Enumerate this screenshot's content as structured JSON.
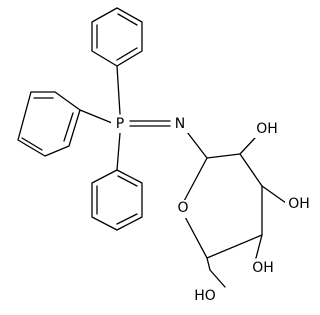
{
  "diagram": {
    "atoms": {
      "phosphorus": "P",
      "imine_nitrogen": "N",
      "ring_oxygen": "O",
      "hydroxyl_c2": "OH",
      "hydroxyl_c3": "OH",
      "hydroxyl_c4": "OH",
      "hydroxymethyl": "HO"
    }
  }
}
